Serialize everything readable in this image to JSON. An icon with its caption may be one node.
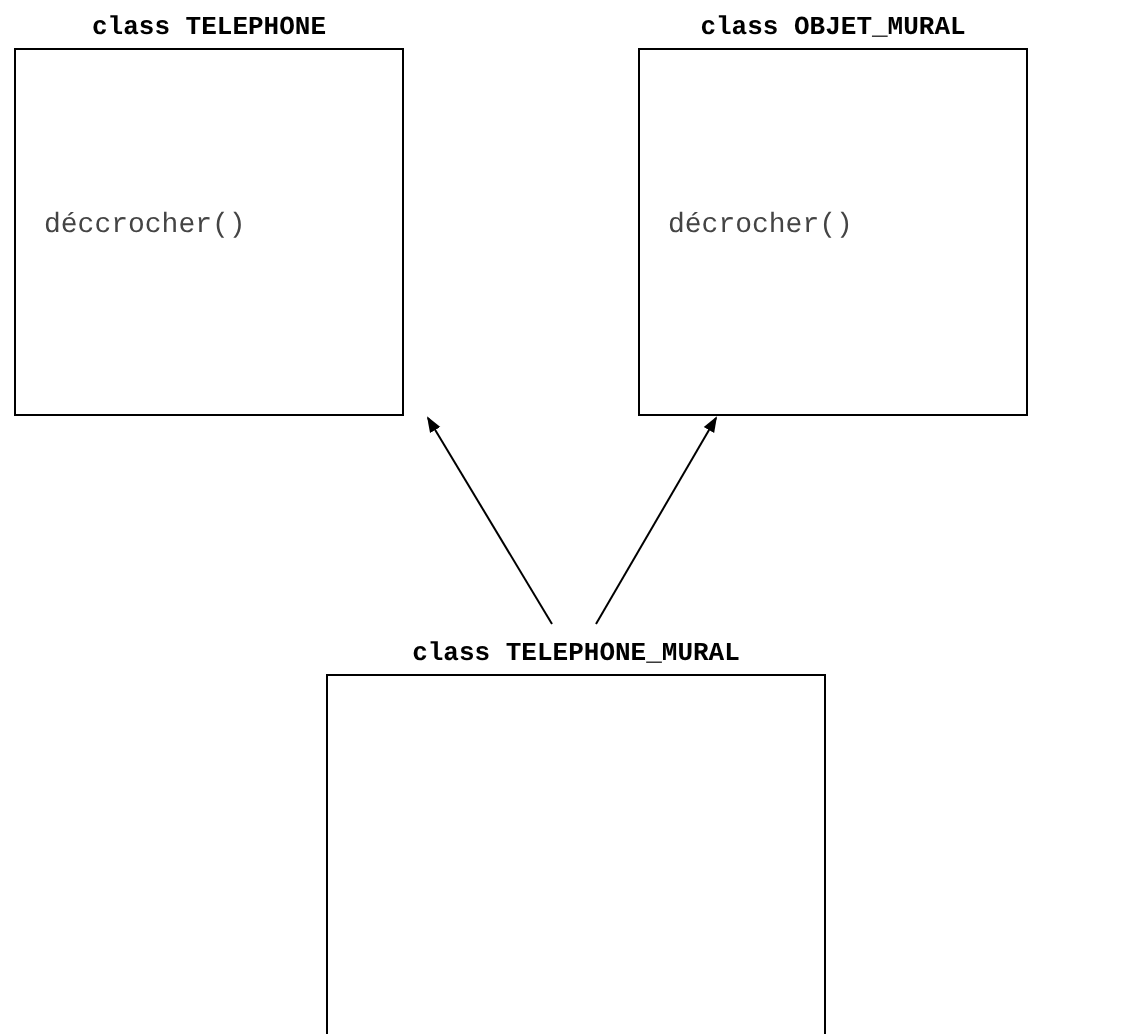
{
  "diagram": {
    "nodes": [
      {
        "text": [
          "class TELEPHONE",
          "déccrocher()"
        ]
      },
      {
        "text": [
          "class OBJET_MURAL",
          "décrocher()"
        ]
      },
      {
        "text": [
          "class TELEPHONE_MURAL"
        ]
      }
    ],
    "edges": [
      {
        "from": 2,
        "to": 0,
        "arrow": "to"
      },
      {
        "from": 2,
        "to": 1,
        "arrow": "to"
      }
    ]
  }
}
